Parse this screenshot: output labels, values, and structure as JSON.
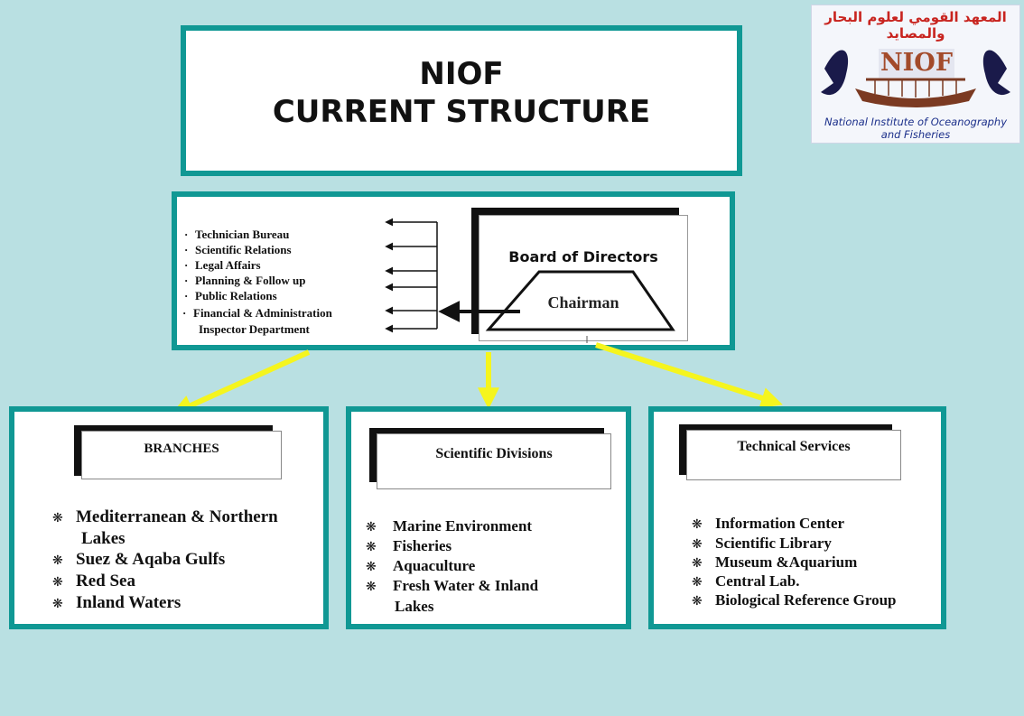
{
  "title": {
    "line1": "NIOF",
    "line2": "CURRENT STRUCTURE"
  },
  "logo": {
    "arabic": "المعهد القومي لعلوم البحار والمصايد",
    "acronym": "NIOF",
    "caption": "National Institute of Oceanography and Fisheries"
  },
  "management": {
    "departments": [
      "Technician Bureau",
      "Scientific Relations",
      "Legal Affairs",
      "Planning & Follow up",
      "Public Relations",
      "Financial  & Administration",
      "Inspector Department"
    ],
    "board": "Board of Directors",
    "chairman": "Chairman"
  },
  "units": {
    "branches": {
      "header": "BRANCHES",
      "items": [
        "Mediterranean & Northern",
        "Lakes",
        "Suez & Aqaba Gulfs",
        "Red Sea",
        "Inland Waters"
      ]
    },
    "scientific": {
      "header": "Scientific Divisions",
      "items": [
        "Marine Environment",
        "Fisheries",
        "Aquaculture",
        "Fresh Water & Inland",
        "Lakes"
      ]
    },
    "technical": {
      "header": "Technical Services",
      "items": [
        "Information Center",
        "Scientific Library",
        "Museum &Aquarium",
        "Central Lab.",
        "Biological Reference Group"
      ]
    }
  },
  "bullet_glyph": "❋",
  "colors": {
    "background": "#b9e0e2",
    "frame": "#109894",
    "connector": "#f5f51e"
  }
}
